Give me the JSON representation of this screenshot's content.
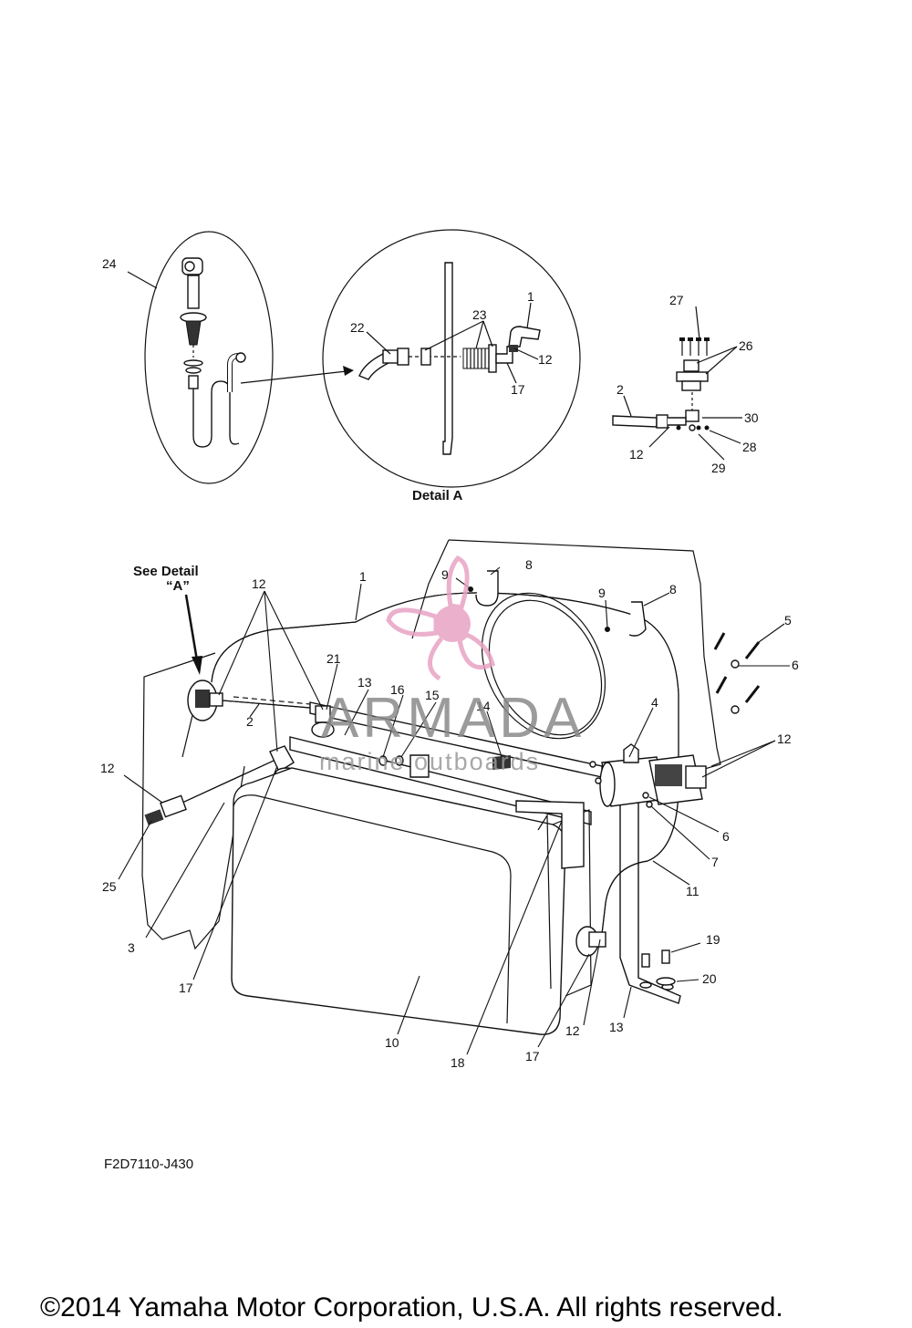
{
  "captions": {
    "detail_a": "Detail A",
    "see_detail_line1": "See Detail",
    "see_detail_line2": "“A”",
    "figure_code": "F2D7110-J430",
    "copyright": "©2014 Yamaha Motor Corporation, U.S.A. All rights reserved."
  },
  "watermark": {
    "brand": "ARMADA",
    "tagline": "marine outboards",
    "logo": "propeller-logo",
    "accent_color": "#e8a3c4"
  },
  "callouts": {
    "c24": "24",
    "c22": "22",
    "c23": "23",
    "c1_top": "1",
    "c12_top": "12",
    "c17_top": "17",
    "c27": "27",
    "c26": "26",
    "c2_top": "2",
    "c30": "30",
    "c28": "28",
    "c12_right": "12",
    "c29": "29",
    "c12_a": "12",
    "c1": "1",
    "c8_a": "8",
    "c9_a": "9",
    "c9_b": "9",
    "c8_b": "8",
    "c5": "5",
    "c6_a": "6",
    "c21": "21",
    "c13_a": "13",
    "c16": "16",
    "c15": "15",
    "c14": "14",
    "c2": "2",
    "c4": "4",
    "c12_b": "12",
    "c12_c": "12",
    "c6_b": "6",
    "c7": "7",
    "c11": "11",
    "c25": "25",
    "c3": "3",
    "c17_a": "17",
    "c19": "19",
    "c20": "20",
    "c10": "10",
    "c12_d": "12",
    "c13_b": "13",
    "c18": "18",
    "c17_b": "17"
  }
}
